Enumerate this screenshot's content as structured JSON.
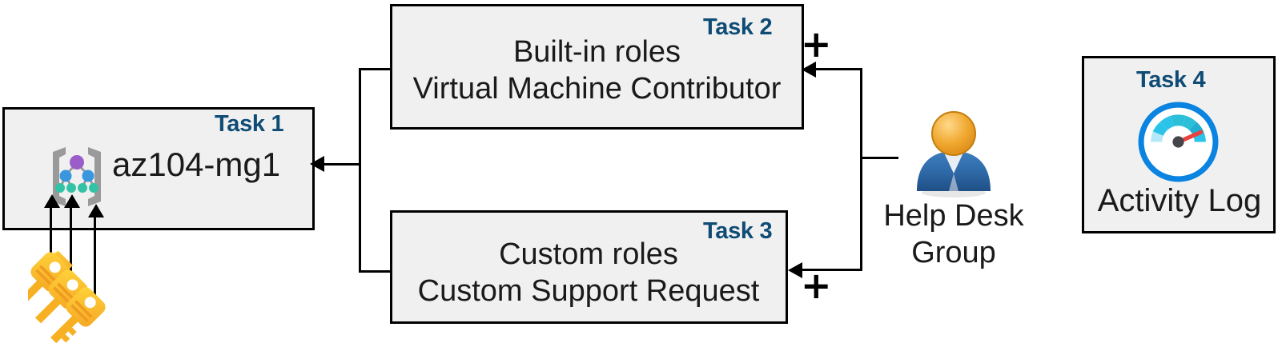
{
  "diagram": {
    "title": "Azure RBAC task diagram",
    "accent_color": "#0f4c75",
    "box_fill": "#f0f0f0",
    "box_border": "#000000"
  },
  "task1": {
    "label": "Task 1",
    "text": "az104-mg1",
    "icon": "management-group-icon"
  },
  "task2": {
    "label": "Task 2",
    "line1": "Built-in roles",
    "line2": "Virtual Machine Contributor"
  },
  "task3": {
    "label": "Task 3",
    "line1": "Custom roles",
    "line2": "Custom Support Request"
  },
  "task4": {
    "label": "Task 4",
    "text": "Activity Log",
    "icon": "gauge-icon"
  },
  "actor": {
    "icon": "user-group-icon",
    "line1": "Help Desk",
    "line2": "Group"
  },
  "keys": {
    "icon": "keys-icon"
  },
  "connectors": {
    "plus_top": "+",
    "plus_bottom": "+"
  }
}
